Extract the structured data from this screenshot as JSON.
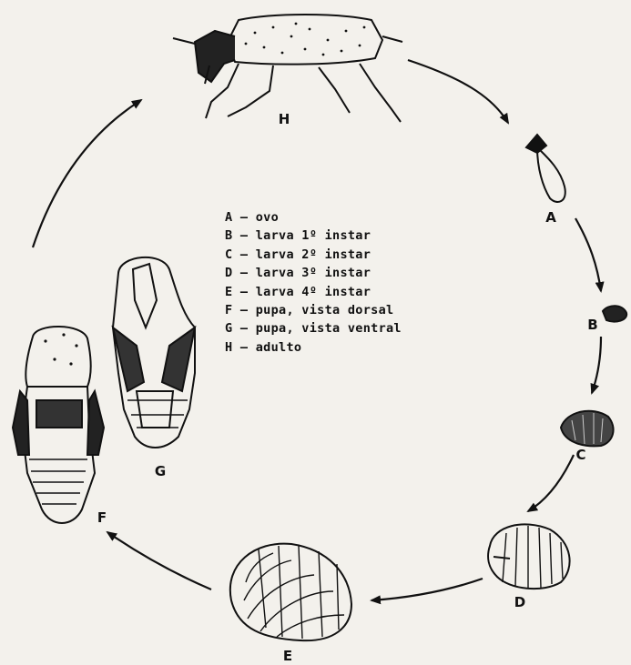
{
  "legend": [
    {
      "key": "A",
      "text": "ovo"
    },
    {
      "key": "B",
      "text": "larva 1º instar"
    },
    {
      "key": "C",
      "text": "larva 2º instar"
    },
    {
      "key": "D",
      "text": "larva 3º instar"
    },
    {
      "key": "E",
      "text": "larva 4º instar"
    },
    {
      "key": "F",
      "text": "pupa, vista dorsal"
    },
    {
      "key": "G",
      "text": "pupa, vista ventral"
    },
    {
      "key": "H",
      "text": "adulto"
    }
  ],
  "stage_labels": {
    "A": "A",
    "B": "B",
    "C": "C",
    "D": "D",
    "E": "E",
    "F": "F",
    "G": "G",
    "H": "H"
  },
  "colors": {
    "ink": "#111111",
    "paper": "#f3f1ec"
  }
}
